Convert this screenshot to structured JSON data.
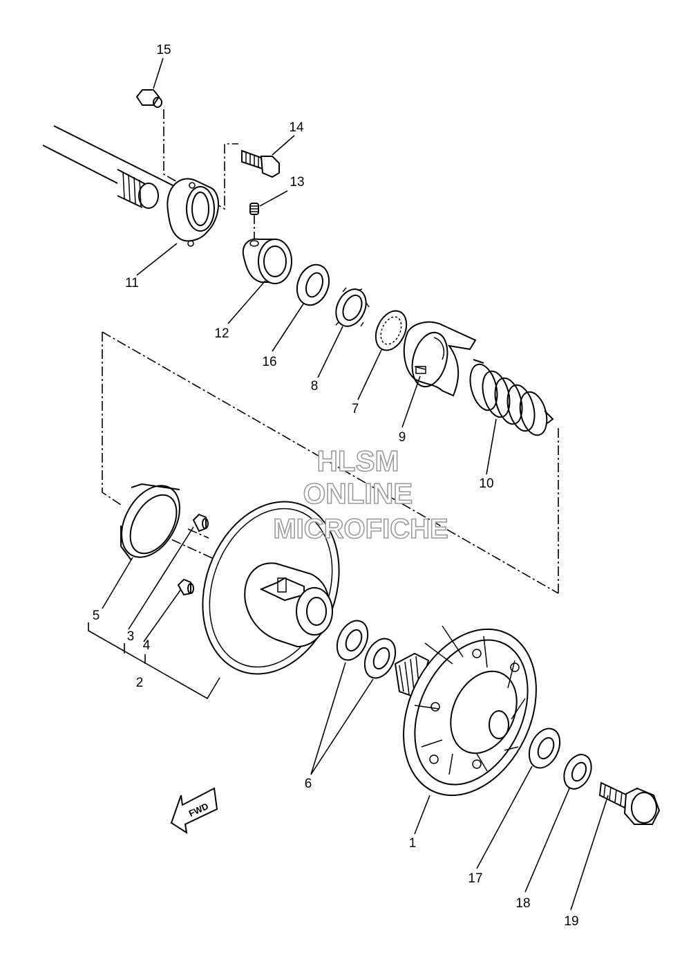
{
  "diagram": {
    "callouts": {
      "c1": "1",
      "c2": "2",
      "c3": "3",
      "c4": "4",
      "c5": "5",
      "c6": "6",
      "c7": "7",
      "c8": "8",
      "c9": "9",
      "c10": "10",
      "c11": "11",
      "c12": "12",
      "c13": "13",
      "c14": "14",
      "c15": "15",
      "c16": "16",
      "c17": "17",
      "c18": "18",
      "c19": "19"
    },
    "fwd_label": "FWD"
  },
  "watermark": {
    "line1": "HLSM",
    "line2": "ONLINE",
    "line3": "MICROFICHE"
  },
  "colors": {
    "line": "#000000",
    "background": "#ffffff",
    "watermark_outline": "#9a9a9a"
  }
}
